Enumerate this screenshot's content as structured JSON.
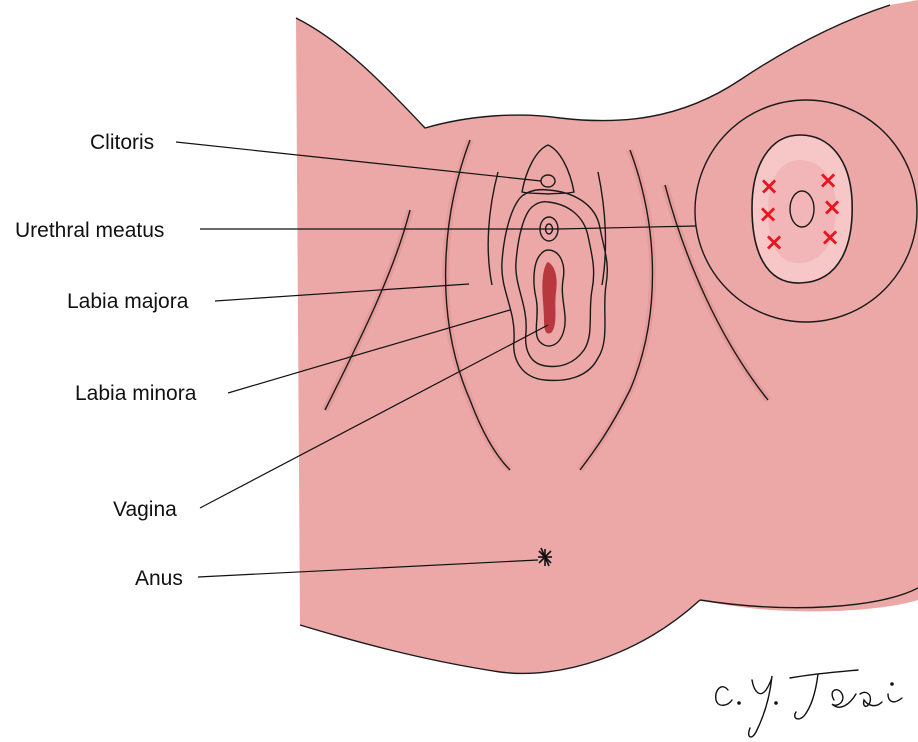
{
  "labels": {
    "clitoris": "Clitoris",
    "urethral_meatus": "Urethral meatus",
    "labia_majora": "Labia majora",
    "labia_minora": "Labia minora",
    "vagina": "Vagina",
    "anus": "Anus"
  },
  "signature": "C. Y. Tsai",
  "inset": {
    "marker": "×",
    "marker_count": 6
  },
  "colors": {
    "skin": "#eba8a6",
    "skin_light": "#f2bcb8",
    "vulva_outer": "#f4b6b0",
    "vulva_inner": "#efa3a0",
    "vagina_outer": "#d9555e",
    "vagina_inner": "#b8383f",
    "inset_ring": "#f7c7c8",
    "inset_center": "#eba3a4",
    "marker": "#e8141e",
    "ink": "#111111"
  }
}
